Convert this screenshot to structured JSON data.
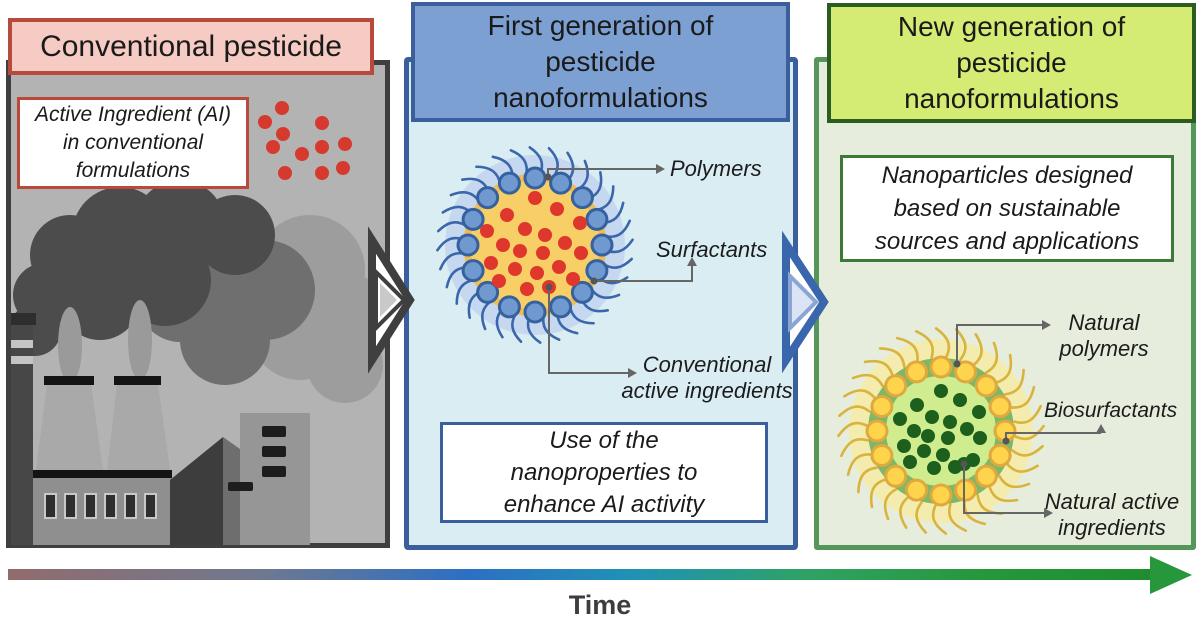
{
  "left_panel": {
    "title": "Conventional pesticide",
    "ai_note": "Active Ingredient (AI) in conventional formulations"
  },
  "middle_panel": {
    "title": "First generation of pesticide nanoformulations",
    "polymers_label": "Polymers",
    "surfactants_label": "Surfactants",
    "active_label": "Conventional active ingredients",
    "note": "Use of the nanoproperties to enhance AI activity"
  },
  "right_panel": {
    "title": "New generation of pesticide nanoformulations",
    "note": "Nanoparticles designed based on sustainable sources and applications",
    "polymers_label": "Natural polymers",
    "surfactants_label": "Biosurfactants",
    "active_label": "Natural active ingredients"
  },
  "timeline": {
    "label": "Time"
  },
  "colors": {
    "conventional_accent": "#b84a3c",
    "conventional_header_bg": "#f5cbc4",
    "conventional_panel_bg": "#b3b3b3",
    "conventional_panel_border": "#3f3f3f",
    "first_gen_accent": "#3a5f9c",
    "first_gen_header_bg": "#7da0d3",
    "first_gen_panel_bg": "#daedf3",
    "new_gen_accent": "#55975a",
    "new_gen_header_bg": "#d5ec74",
    "new_gen_header_border": "#2b5c20",
    "new_gen_panel_bg": "#e6eddd",
    "active_ingredient_dot": "#d63a2e",
    "nanoparticle_core_first": "#f8ce67",
    "surfactant_blue": "#3a66ab",
    "nanoparticle_core_new": "#cfec8e",
    "natural_dot_green": "#1d5f1d",
    "biosurfactant_yellow": "#fdd44c",
    "time_gradient": [
      "#916c6e",
      "#2d6fc4",
      "#1f93b4",
      "#27973b"
    ]
  }
}
